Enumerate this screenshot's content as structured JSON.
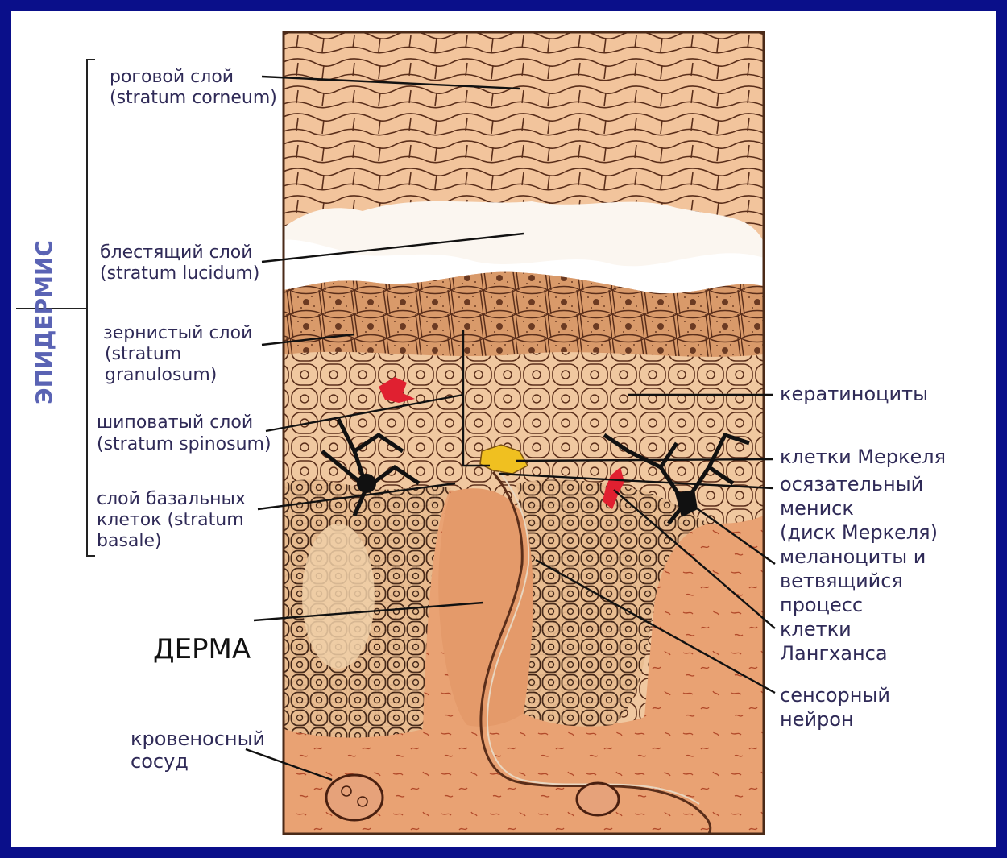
{
  "labels": {
    "epidermis": "ЭПИДЕРМИС",
    "corneum_ru": "роговой слой",
    "corneum_lat": "(stratum corneum)",
    "lucidum_ru": "блестящий слой",
    "lucidum_lat": "(stratum lucidum)",
    "granulosum_ru": "зернистый слой",
    "granulosum_lat1": "(stratum",
    "granulosum_lat2": "granulosum)",
    "spinosum_ru": "шиповатый слой",
    "spinosum_lat": "(stratum spinosum)",
    "basale_ru": "слой базальных",
    "basale_lat1": "клеток (stratum",
    "basale_lat2": "basale)",
    "derma": "ДЕРМА",
    "vessel1": "кровеносный",
    "vessel2": "сосуд",
    "keratinocytes": "кератиноциты",
    "merkel": "клетки Меркеля",
    "meniscus1": "осязательный",
    "meniscus2": "мениск",
    "meniscus3": "(диск Меркеля)",
    "melanocytes1": "меланоциты и",
    "melanocytes2": "ветвящийся",
    "melanocytes3": "процесс",
    "langerhans1": "клетки",
    "langerhans2": "Лангханса",
    "neuron1": "сенсорный",
    "neuron2": "нейрон"
  },
  "colors": {
    "frame": "#0a0f8a",
    "skin_light": "#f2c9a0",
    "skin_dark": "#e89868",
    "dermis": "#e8a070",
    "lucidum": "#ffffff",
    "merkel_cell": "#f0c020",
    "langerhans_cell": "#e02030",
    "label_text": "#2f2a57",
    "epidermis_label": "#5a63b4"
  }
}
